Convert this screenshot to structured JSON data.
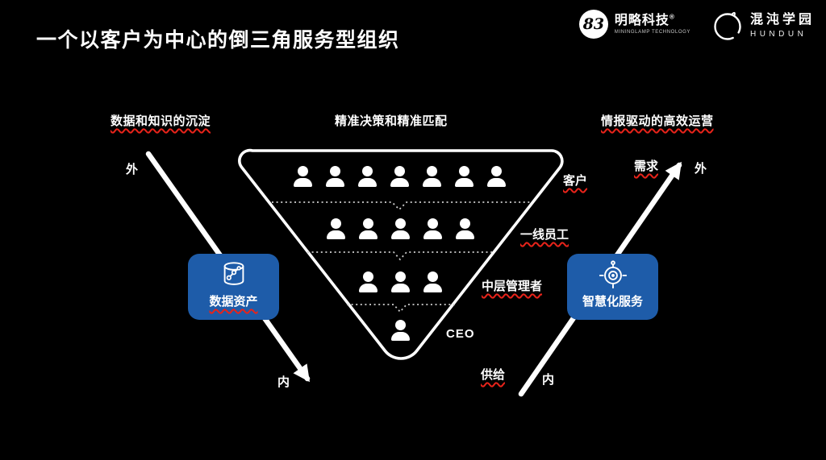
{
  "slide": {
    "title": "一个以客户为中心的倒三角服务型组织",
    "background": "#000000",
    "accent_red": "#e8231a",
    "box_blue": "#1e5ca9",
    "line_white": "#ffffff"
  },
  "logos": {
    "minglamp": {
      "mark": "83",
      "name": "明略科技",
      "reg": "®",
      "subtext": "MININGLAMP TECHNOLOGY"
    },
    "hundun": {
      "name": "混沌学园",
      "subtext": "HUNDUN"
    }
  },
  "sections": {
    "left": {
      "label": "数据和知识的沉淀",
      "underline": true
    },
    "center": {
      "label": "精准决策和精准匹配",
      "underline": false
    },
    "right": {
      "label": "情报驱动的高效运营",
      "underline": true
    }
  },
  "triangle": {
    "rows": [
      {
        "count": 7,
        "label": "客户",
        "label_underline": true
      },
      {
        "count": 5,
        "label": "一线员工",
        "label_underline": true
      },
      {
        "count": 3,
        "label": "中层管理者",
        "label_underline": true
      },
      {
        "count": 1,
        "label": "CEO",
        "label_underline": false
      }
    ]
  },
  "left_flow": {
    "outer": "外",
    "inner": "内",
    "box": "数据资产",
    "icon": "database-icon"
  },
  "right_flow": {
    "outer": "外",
    "inner": "内",
    "demand": "需求",
    "supply": "供给",
    "box": "智慧化服务",
    "icon": "target-icon"
  }
}
